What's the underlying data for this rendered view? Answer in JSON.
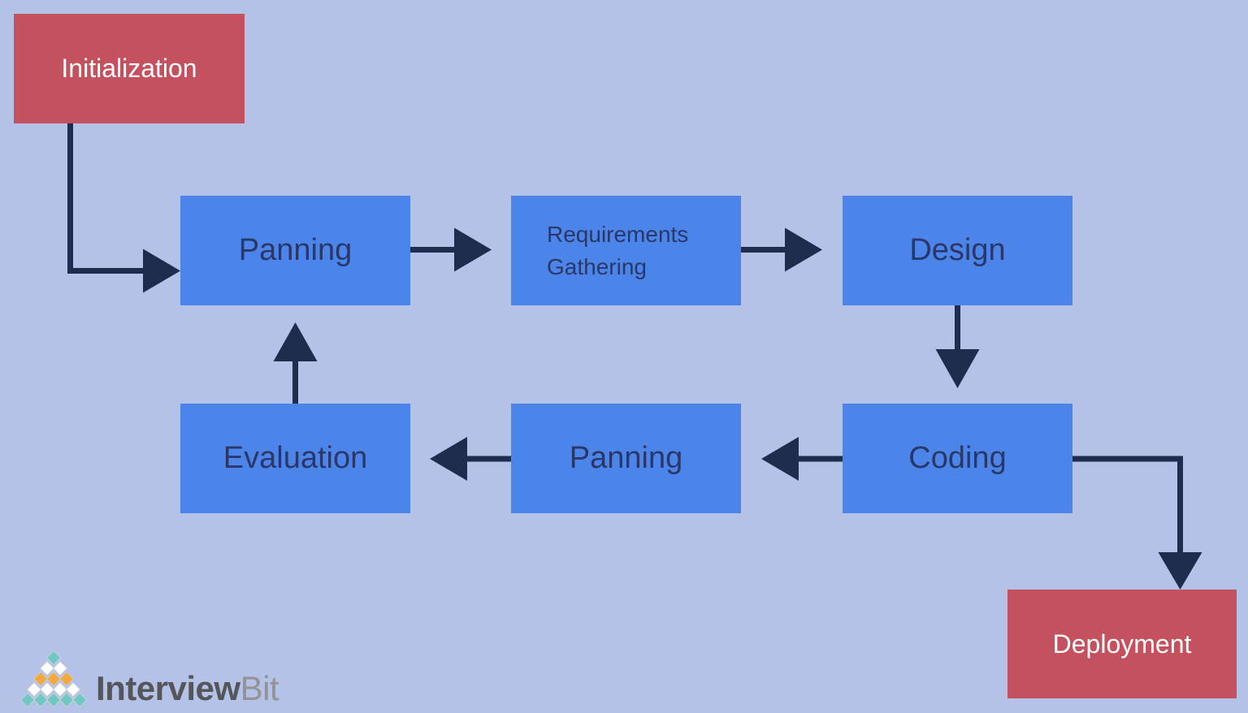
{
  "diagram": {
    "type": "flowchart",
    "nodes": [
      {
        "id": "initialization",
        "label": "Initialization",
        "kind": "terminal",
        "color": "#c5505e"
      },
      {
        "id": "panning_top",
        "label": "Panning",
        "kind": "process",
        "color": "#4b85ea"
      },
      {
        "id": "requirements_gathering",
        "label": "Requirements Gathering",
        "label_lines": [
          "Requirements",
          "Gathering"
        ],
        "kind": "process",
        "color": "#4b85ea"
      },
      {
        "id": "design",
        "label": "Design",
        "kind": "process",
        "color": "#4b85ea"
      },
      {
        "id": "coding",
        "label": "Coding",
        "kind": "process",
        "color": "#4b85ea"
      },
      {
        "id": "panning_bottom",
        "label": "Panning",
        "kind": "process",
        "color": "#4b85ea"
      },
      {
        "id": "evaluation",
        "label": "Evaluation",
        "kind": "process",
        "color": "#4b85ea"
      },
      {
        "id": "deployment",
        "label": "Deployment",
        "kind": "terminal",
        "color": "#c5505e"
      }
    ],
    "edges": [
      {
        "from": "Initialization",
        "to": "Panning"
      },
      {
        "from": "Panning",
        "to": "Requirements Gathering"
      },
      {
        "from": "Requirements Gathering",
        "to": "Design"
      },
      {
        "from": "Design",
        "to": "Coding"
      },
      {
        "from": "Coding",
        "to": "Panning"
      },
      {
        "from": "Panning",
        "to": "Evaluation"
      },
      {
        "from": "Evaluation",
        "to": "Panning"
      },
      {
        "from": "Coding",
        "to": "Deployment"
      }
    ]
  },
  "logo": {
    "brand_primary": "Interview",
    "brand_secondary": "Bit",
    "pyramid_rows": [
      [
        "teal"
      ],
      [
        "white",
        "white"
      ],
      [
        "orange",
        "orange",
        "orange"
      ],
      [
        "white",
        "white",
        "white",
        "white"
      ],
      [
        "teal",
        "teal",
        "teal",
        "teal",
        "teal"
      ]
    ],
    "palette": {
      "teal": "#6fc9c3",
      "orange": "#f3a93c",
      "white": "#ffffff"
    }
  },
  "colors": {
    "background": "#b5c2e7",
    "process_box": "#4b85ea",
    "terminal_box": "#c5505e",
    "arrow": "#1e2c4e",
    "process_text": "#2a3768",
    "terminal_text": "#ffffff",
    "brand_primary_text": "#55565a",
    "brand_secondary_text": "#919396"
  }
}
